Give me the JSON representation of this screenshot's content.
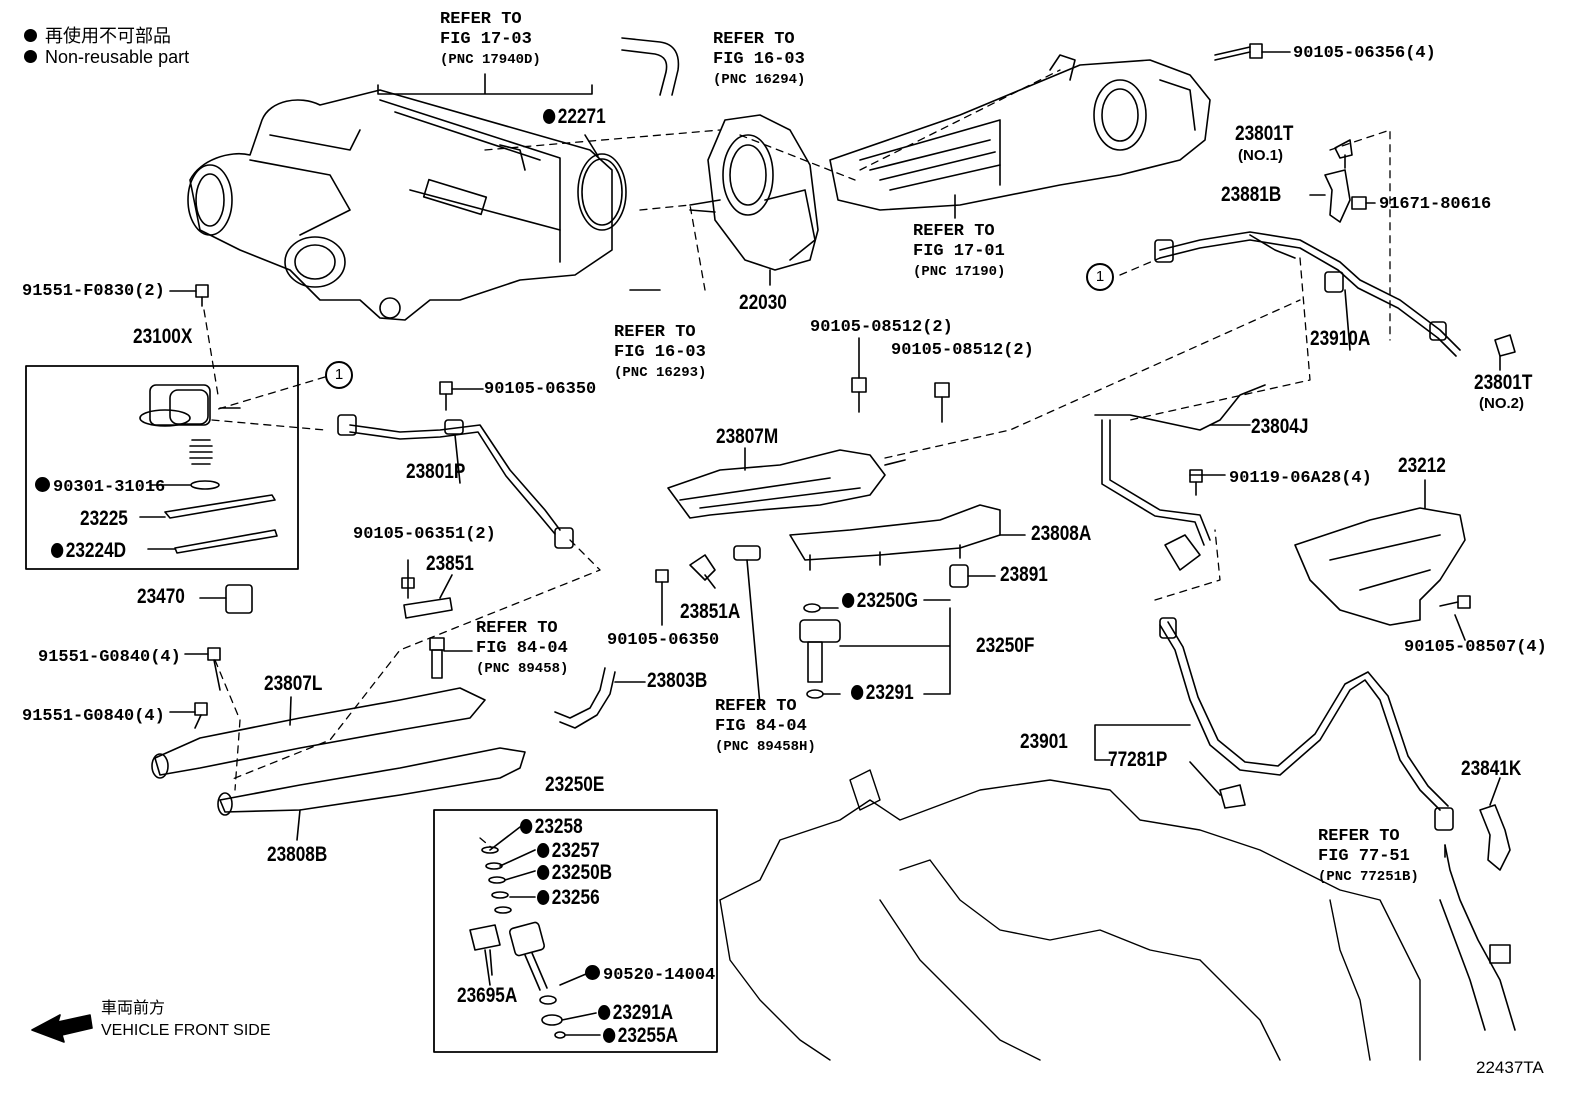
{
  "legend": {
    "item1": "再使用不可部品",
    "item2": "Non-reusable part"
  },
  "callout": {
    "symbol": "1"
  },
  "parts": {
    "p23100X": "23100X",
    "p22271": "22271",
    "p22030": "22030",
    "p23801T_1": "23801T",
    "p23801T_1_note": "(NO.1)",
    "p23881B": "23881B",
    "p91671": "91671-80616",
    "p90105_06356": "90105-06356(4)",
    "p91551_F0830": "91551-F0830(2)",
    "p23910A": "23910A",
    "p23801T_2": "23801T",
    "p23801T_2_note": "(NO.2)",
    "p90105_08512_a": "90105-08512(2)",
    "p90105_08512_b": "90105-08512(2)",
    "p90105_06350_a": "90105-06350",
    "p23807M": "23807M",
    "p23804J": "23804J",
    "p90301": "90301-31016",
    "p23801P": "23801P",
    "p23225": "23225",
    "p23224D": "23224D",
    "p90119": "90119-06A28(4)",
    "p23212": "23212",
    "p23808A": "23808A",
    "p90105_06351": "90105-06351(2)",
    "p23851": "23851",
    "p23470": "23470",
    "p23851A": "23851A",
    "p23891": "23891",
    "p23250G": "23250G",
    "p90105_06350_b": "90105-06350",
    "p23250F": "23250F",
    "p90105_08507": "90105-08507(4)",
    "p91551_G0840_a": "91551-G0840(4)",
    "p23807L": "23807L",
    "p23803B": "23803B",
    "p23291": "23291",
    "p91551_G0840_b": "91551-G0840(4)",
    "p23901": "23901",
    "p77281P": "77281P",
    "p23250E": "23250E",
    "p23841K": "23841K",
    "p23258": "23258",
    "p23808B": "23808B",
    "p23257": "23257",
    "p23250B": "23250B",
    "p23256": "23256",
    "p90520": "90520-14004",
    "p23695A": "23695A",
    "p23291A": "23291A",
    "p23255A": "23255A"
  },
  "refs": {
    "r17_03": {
      "l1": "REFER TO",
      "l2": "FIG 17-03",
      "pnc": "(PNC 17940D)"
    },
    "r16_03a": {
      "l1": "REFER TO",
      "l2": "FIG 16-03",
      "pnc": "(PNC 16294)"
    },
    "r17_01": {
      "l1": "REFER TO",
      "l2": "FIG 17-01",
      "pnc": "(PNC 17190)"
    },
    "r16_03b": {
      "l1": "REFER TO",
      "l2": "FIG 16-03",
      "pnc": "(PNC 16293)"
    },
    "r84_04a": {
      "l1": "REFER TO",
      "l2": "FIG 84-04",
      "pnc": "(PNC 89458)"
    },
    "r84_04b": {
      "l1": "REFER TO",
      "l2": "FIG 84-04",
      "pnc": "(PNC 89458H)"
    },
    "r77_51": {
      "l1": "REFER TO",
      "l2": "FIG 77-51",
      "pnc": "(PNC 77251B)"
    }
  },
  "direction": {
    "jp": "車両前方",
    "en": "VEHICLE FRONT SIDE"
  },
  "figure_id": "22437TA"
}
